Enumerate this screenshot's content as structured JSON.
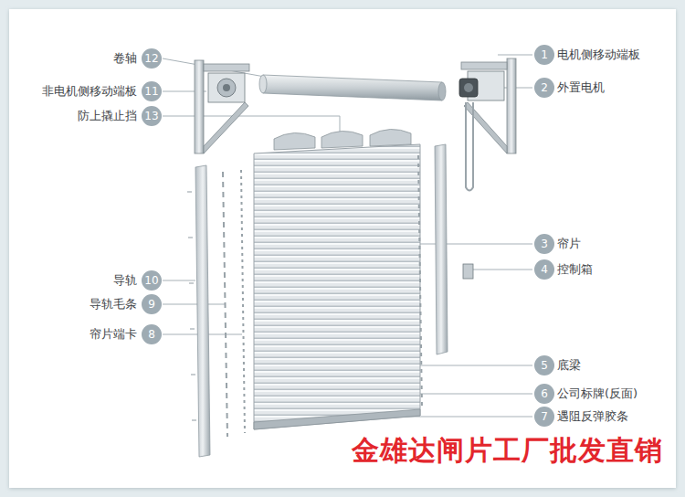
{
  "diagram": {
    "labels": [
      "卷轴",
      "12",
      "1",
      "电机侧移动端板",
      "非电机侧移动端板",
      "11",
      "2",
      "外置电机",
      "防上撬止挡",
      "13",
      "3",
      "帘片",
      "4",
      "控制箱",
      "导轨",
      "10",
      "导轨毛条",
      "9",
      "帘片端卡",
      "8",
      "5",
      "底梁",
      "6",
      "公司标牌(反面)",
      "7",
      "遇阻反弹胶条",
      "金雄达闸片工厂批发直销"
    ]
  }
}
